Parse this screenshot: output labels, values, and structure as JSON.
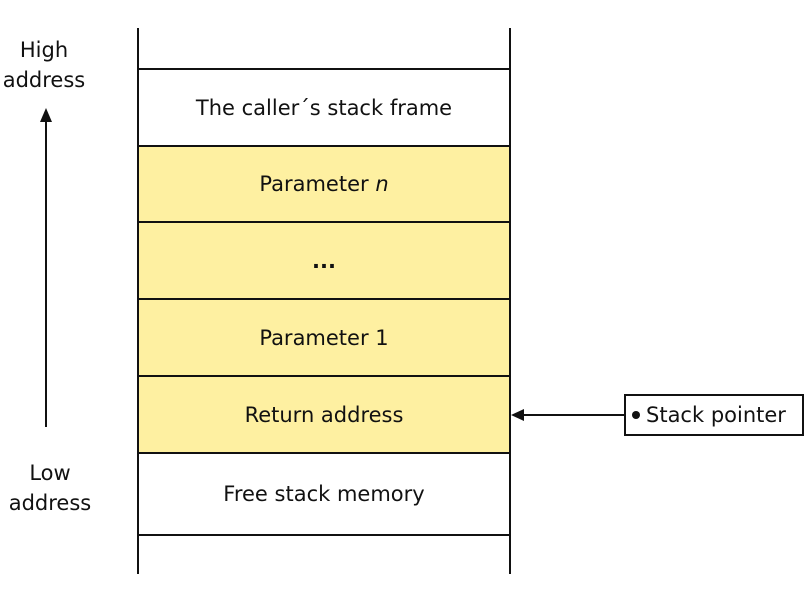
{
  "axis": {
    "high_line1": "High",
    "high_line2": "address",
    "low_line1": "Low",
    "low_line2": "address"
  },
  "stack": {
    "cells": [
      {
        "label": "The caller´s stack frame",
        "fill": "#ffffff"
      },
      {
        "label": "Parameter ",
        "label_italic": "n",
        "fill": "#fef0a1"
      },
      {
        "label": "...",
        "fill": "#fef0a1"
      },
      {
        "label": "Parameter 1",
        "fill": "#fef0a1"
      },
      {
        "label": "Return address",
        "fill": "#fef0a1"
      },
      {
        "label": "Free stack memory",
        "fill": "#ffffff"
      }
    ]
  },
  "pointer": {
    "label": "Stack pointer"
  },
  "colors": {
    "highlight": "#fef0a1",
    "line": "#111111"
  }
}
